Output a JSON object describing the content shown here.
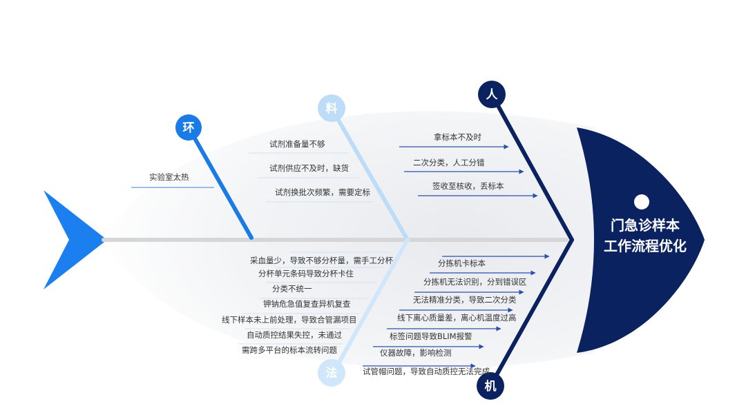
{
  "title": {
    "line1": "门急诊样本",
    "line2": "工作流程优化"
  },
  "colors": {
    "head": "#0b2260",
    "bone_env": "#1a7ae6",
    "bone_material": "#bcdcf7",
    "bone_method": "#cfe6fb",
    "bone_person": "#0b2260",
    "bone_machine": "#0b2260",
    "tail": "#1b7ff0",
    "spine": "#d6d6d6"
  },
  "categories": {
    "environment": "环",
    "material": "料",
    "person": "人",
    "method": "法",
    "machine": "机"
  },
  "causes": {
    "environment": [
      "实验室太热"
    ],
    "material": [
      "试剂准备量不够",
      "试剂供应不及时，缺货",
      "试剂换批次频繁，需要定标"
    ],
    "person": [
      "拿标本不及时",
      "二次分类，人工分错",
      "签收至核收，丢标本"
    ],
    "method": [
      "采血量少，导致不够分杯量，需手工分杯",
      "分杯单元条码导致分杯卡住",
      "分类不统一",
      "钾钠危急值复查异机复查",
      "线下样本未上前处理，导致合管漏项目",
      "自动质控结果失控，未通过",
      "需跨多平台的标本流转问题"
    ],
    "machine": [
      "分拣机卡标本",
      "分拣机无法识别，分到错误区",
      "无法精准分类，导致二次分类",
      "线下离心质量差，离心机温度过高",
      "标签问题导致BLIM报警",
      "仪器故障，影响检测",
      "试管帽问题，导致自动质控无法完成"
    ]
  }
}
